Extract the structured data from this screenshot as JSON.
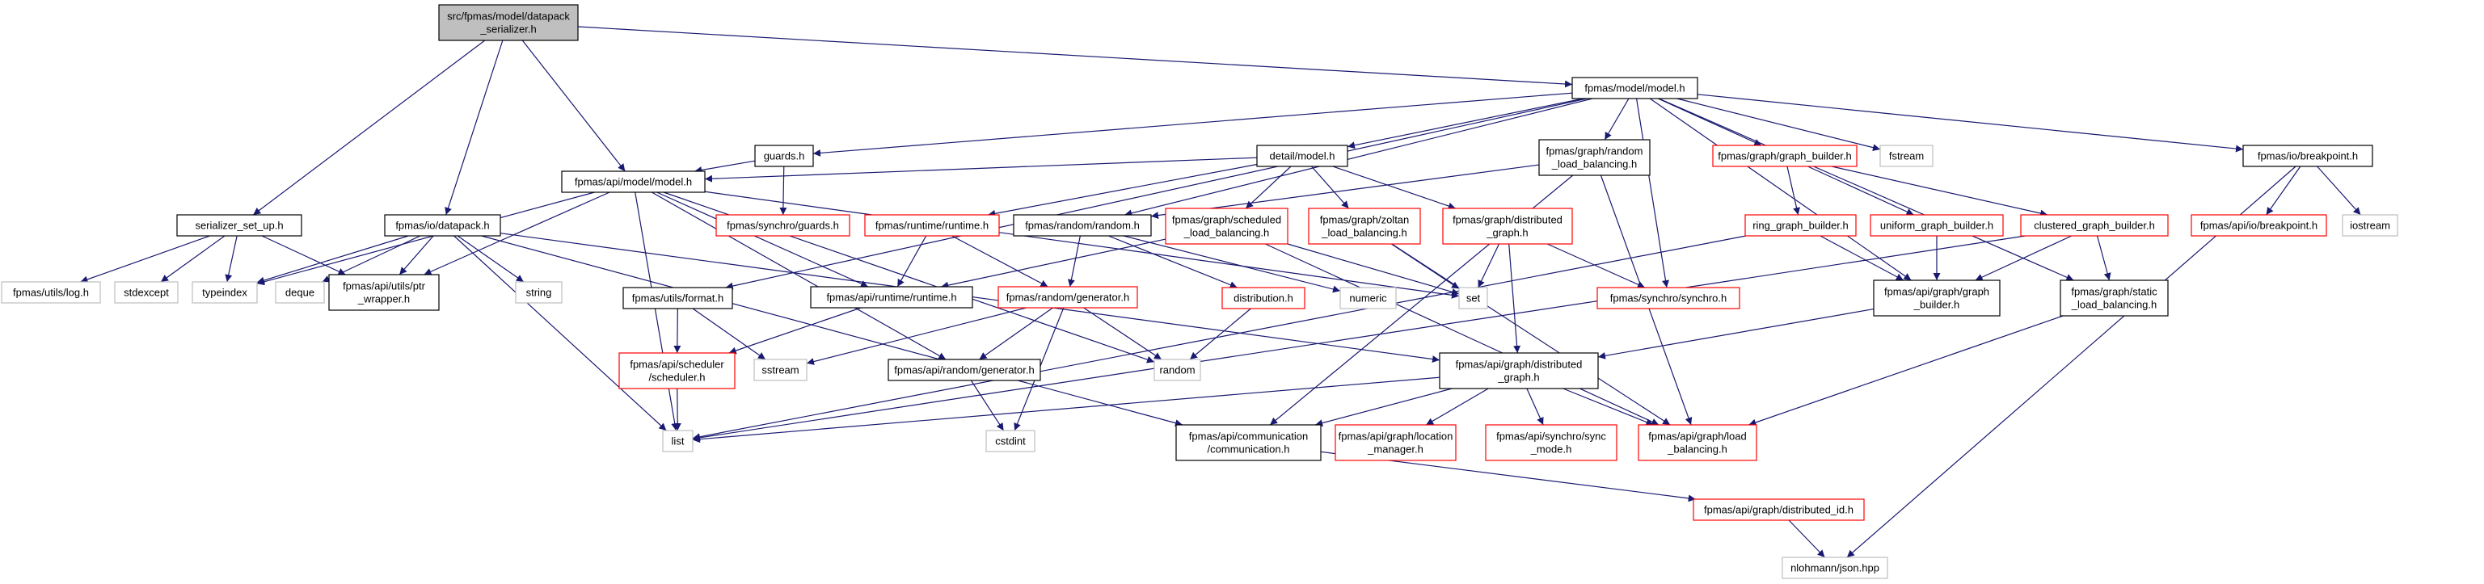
{
  "diagram": {
    "colors": {
      "edge": "#191970",
      "node_border_default": "#000000",
      "node_border_missing_doc": "#ff0000",
      "node_border_external": "#bfbfbf",
      "root_fill": "#bfbfbf",
      "node_fill": "#ffffff",
      "text": "#000000"
    },
    "nodes": [
      {
        "id": "root",
        "label": [
          "src/fpmas/model/datapack",
          "_serializer.h"
        ],
        "style": "root"
      },
      {
        "id": "model_h",
        "label": [
          "fpmas/model/model.h"
        ],
        "style": "default"
      },
      {
        "id": "serializer_set_up",
        "label": [
          "serializer_set_up.h"
        ],
        "style": "default"
      },
      {
        "id": "io_datapack",
        "label": [
          "fpmas/io/datapack.h"
        ],
        "style": "default"
      },
      {
        "id": "api_model",
        "label": [
          "fpmas/api/model/model.h"
        ],
        "style": "default"
      },
      {
        "id": "guards",
        "label": [
          "guards.h"
        ],
        "style": "default"
      },
      {
        "id": "detail_model",
        "label": [
          "detail/model.h"
        ],
        "style": "default"
      },
      {
        "id": "random_lb",
        "label": [
          "fpmas/graph/random",
          "_load_balancing.h"
        ],
        "style": "default"
      },
      {
        "id": "graph_builder",
        "label": [
          "fpmas/graph/graph_builder.h"
        ],
        "style": "missing"
      },
      {
        "id": "fstream",
        "label": [
          "fstream"
        ],
        "style": "external"
      },
      {
        "id": "io_breakpoint",
        "label": [
          "fpmas/io/breakpoint.h"
        ],
        "style": "default"
      },
      {
        "id": "utils_log",
        "label": [
          "fpmas/utils/log.h"
        ],
        "style": "external"
      },
      {
        "id": "stdexcept",
        "label": [
          "stdexcept"
        ],
        "style": "external"
      },
      {
        "id": "typeindex",
        "label": [
          "typeindex"
        ],
        "style": "external"
      },
      {
        "id": "deque",
        "label": [
          "deque"
        ],
        "style": "external"
      },
      {
        "id": "ptr_wrapper",
        "label": [
          "fpmas/api/utils/ptr",
          "_wrapper.h"
        ],
        "style": "default"
      },
      {
        "id": "string",
        "label": [
          "string"
        ],
        "style": "external"
      },
      {
        "id": "synchro_guards",
        "label": [
          "fpmas/synchro/guards.h"
        ],
        "style": "missing"
      },
      {
        "id": "runtime_h",
        "label": [
          "fpmas/runtime/runtime.h"
        ],
        "style": "missing"
      },
      {
        "id": "random_random",
        "label": [
          "fpmas/random/random.h"
        ],
        "style": "default"
      },
      {
        "id": "scheduled_lb",
        "label": [
          "fpmas/graph/scheduled",
          "_load_balancing.h"
        ],
        "style": "missing"
      },
      {
        "id": "zoltan_lb",
        "label": [
          "fpmas/graph/zoltan",
          "_load_balancing.h"
        ],
        "style": "missing"
      },
      {
        "id": "graph_distributed",
        "label": [
          "fpmas/graph/distributed",
          "_graph.h"
        ],
        "style": "missing"
      },
      {
        "id": "ring_builder",
        "label": [
          "ring_graph_builder.h"
        ],
        "style": "missing"
      },
      {
        "id": "uniform_builder",
        "label": [
          "uniform_graph_builder.h"
        ],
        "style": "missing"
      },
      {
        "id": "clustered_builder",
        "label": [
          "clustered_graph_builder.h"
        ],
        "style": "missing"
      },
      {
        "id": "api_io_breakpoint",
        "label": [
          "fpmas/api/io/breakpoint.h"
        ],
        "style": "missing"
      },
      {
        "id": "iostream",
        "label": [
          "iostream"
        ],
        "style": "external"
      },
      {
        "id": "utils_format",
        "label": [
          "fpmas/utils/format.h"
        ],
        "style": "default"
      },
      {
        "id": "api_runtime",
        "label": [
          "fpmas/api/runtime/runtime.h"
        ],
        "style": "default"
      },
      {
        "id": "random_generator",
        "label": [
          "fpmas/random/generator.h"
        ],
        "style": "missing"
      },
      {
        "id": "distribution",
        "label": [
          "distribution.h"
        ],
        "style": "missing"
      },
      {
        "id": "numeric",
        "label": [
          "numeric"
        ],
        "style": "external"
      },
      {
        "id": "set",
        "label": [
          "set"
        ],
        "style": "external"
      },
      {
        "id": "synchro_synchro",
        "label": [
          "fpmas/synchro/synchro.h"
        ],
        "style": "missing"
      },
      {
        "id": "api_graph_builder",
        "label": [
          "fpmas/api/graph/graph",
          "_builder.h"
        ],
        "style": "default"
      },
      {
        "id": "static_lb",
        "label": [
          "fpmas/graph/static",
          "_load_balancing.h"
        ],
        "style": "default"
      },
      {
        "id": "api_scheduler",
        "label": [
          "fpmas/api/scheduler",
          "/scheduler.h"
        ],
        "style": "missing"
      },
      {
        "id": "sstream",
        "label": [
          "sstream"
        ],
        "style": "external"
      },
      {
        "id": "api_random_generator",
        "label": [
          "fpmas/api/random/generator.h"
        ],
        "style": "default"
      },
      {
        "id": "random",
        "label": [
          "random"
        ],
        "style": "external"
      },
      {
        "id": "api_graph_distributed",
        "label": [
          "fpmas/api/graph/distributed",
          "_graph.h"
        ],
        "style": "default"
      },
      {
        "id": "list",
        "label": [
          "list"
        ],
        "style": "external"
      },
      {
        "id": "cstdint",
        "label": [
          "cstdint"
        ],
        "style": "external"
      },
      {
        "id": "communication",
        "label": [
          "fpmas/api/communication",
          "/communication.h"
        ],
        "style": "default"
      },
      {
        "id": "location_manager",
        "label": [
          "fpmas/api/graph/location",
          "_manager.h"
        ],
        "style": "missing"
      },
      {
        "id": "sync_mode",
        "label": [
          "fpmas/api/synchro/sync",
          "_mode.h"
        ],
        "style": "missing"
      },
      {
        "id": "load_balancing",
        "label": [
          "fpmas/api/graph/load",
          "_balancing.h"
        ],
        "style": "missing"
      },
      {
        "id": "distributed_id",
        "label": [
          "fpmas/api/graph/distributed_id.h"
        ],
        "style": "missing"
      },
      {
        "id": "json",
        "label": [
          "nlohmann/json.hpp"
        ],
        "style": "external"
      }
    ],
    "edges": [
      [
        "root",
        "model_h"
      ],
      [
        "root",
        "serializer_set_up"
      ],
      [
        "root",
        "io_datapack"
      ],
      [
        "root",
        "api_model"
      ],
      [
        "model_h",
        "guards"
      ],
      [
        "model_h",
        "detail_model"
      ],
      [
        "model_h",
        "random_lb"
      ],
      [
        "model_h",
        "graph_builder"
      ],
      [
        "model_h",
        "fstream"
      ],
      [
        "model_h",
        "io_breakpoint"
      ],
      [
        "model_h",
        "random_random"
      ],
      [
        "model_h",
        "utils_format"
      ],
      [
        "model_h",
        "synchro_synchro"
      ],
      [
        "model_h",
        "api_graph_builder"
      ],
      [
        "model_h",
        "static_lb"
      ],
      [
        "serializer_set_up",
        "utils_log"
      ],
      [
        "serializer_set_up",
        "stdexcept"
      ],
      [
        "serializer_set_up",
        "typeindex"
      ],
      [
        "serializer_set_up",
        "ptr_wrapper"
      ],
      [
        "io_datapack",
        "deque"
      ],
      [
        "io_datapack",
        "ptr_wrapper"
      ],
      [
        "io_datapack",
        "string"
      ],
      [
        "io_datapack",
        "list"
      ],
      [
        "io_datapack",
        "typeindex"
      ],
      [
        "io_datapack",
        "communication"
      ],
      [
        "io_datapack",
        "api_graph_distributed"
      ],
      [
        "api_model",
        "ptr_wrapper"
      ],
      [
        "api_model",
        "typeindex"
      ],
      [
        "api_model",
        "list"
      ],
      [
        "api_model",
        "api_runtime"
      ],
      [
        "api_model",
        "api_random_generator"
      ],
      [
        "api_model",
        "random"
      ],
      [
        "api_model",
        "set"
      ],
      [
        "guards",
        "api_model"
      ],
      [
        "guards",
        "synchro_guards"
      ],
      [
        "detail_model",
        "api_model"
      ],
      [
        "detail_model",
        "runtime_h"
      ],
      [
        "detail_model",
        "scheduled_lb"
      ],
      [
        "detail_model",
        "zoltan_lb"
      ],
      [
        "detail_model",
        "graph_distributed"
      ],
      [
        "random_lb",
        "random_random"
      ],
      [
        "random_lb",
        "communication"
      ],
      [
        "random_lb",
        "load_balancing"
      ],
      [
        "graph_builder",
        "ring_builder"
      ],
      [
        "graph_builder",
        "uniform_builder"
      ],
      [
        "graph_builder",
        "clustered_builder"
      ],
      [
        "io_breakpoint",
        "api_io_breakpoint"
      ],
      [
        "io_breakpoint",
        "iostream"
      ],
      [
        "io_breakpoint",
        "json"
      ],
      [
        "runtime_h",
        "api_runtime"
      ],
      [
        "runtime_h",
        "random_generator"
      ],
      [
        "random_random",
        "random_generator"
      ],
      [
        "random_random",
        "distribution"
      ],
      [
        "random_random",
        "numeric"
      ],
      [
        "scheduled_lb",
        "api_runtime"
      ],
      [
        "scheduled_lb",
        "set"
      ],
      [
        "scheduled_lb",
        "load_balancing"
      ],
      [
        "zoltan_lb",
        "set"
      ],
      [
        "zoltan_lb",
        "load_balancing"
      ],
      [
        "graph_distributed",
        "set"
      ],
      [
        "graph_distributed",
        "synchro_synchro"
      ],
      [
        "graph_distributed",
        "api_graph_distributed"
      ],
      [
        "ring_builder",
        "api_graph_builder"
      ],
      [
        "ring_builder",
        "list"
      ],
      [
        "uniform_builder",
        "api_graph_builder"
      ],
      [
        "clustered_builder",
        "api_graph_builder"
      ],
      [
        "clustered_builder",
        "static_lb"
      ],
      [
        "clustered_builder",
        "list"
      ],
      [
        "utils_format",
        "api_scheduler"
      ],
      [
        "utils_format",
        "sstream"
      ],
      [
        "api_runtime",
        "api_scheduler"
      ],
      [
        "random_generator",
        "random"
      ],
      [
        "random_generator",
        "sstream"
      ],
      [
        "random_generator",
        "cstdint"
      ],
      [
        "random_generator",
        "api_random_generator"
      ],
      [
        "distribution",
        "random"
      ],
      [
        "api_graph_builder",
        "api_graph_distributed"
      ],
      [
        "static_lb",
        "load_balancing"
      ],
      [
        "api_scheduler",
        "list"
      ],
      [
        "api_random_generator",
        "cstdint"
      ],
      [
        "api_graph_distributed",
        "list"
      ],
      [
        "api_graph_distributed",
        "communication"
      ],
      [
        "api_graph_distributed",
        "location_manager"
      ],
      [
        "api_graph_distributed",
        "sync_mode"
      ],
      [
        "api_graph_distributed",
        "load_balancing"
      ],
      [
        "communication",
        "distributed_id"
      ],
      [
        "distributed_id",
        "json"
      ]
    ]
  }
}
